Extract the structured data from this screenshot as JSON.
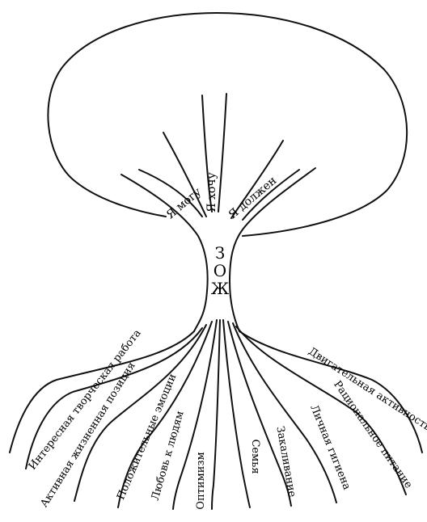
{
  "diagram": {
    "center": {
      "letters": [
        "З",
        "О",
        "Ж"
      ]
    },
    "branches": [
      {
        "id": "mogu",
        "label": "Я могу"
      },
      {
        "id": "hochu",
        "label": "Я хочу"
      },
      {
        "id": "dolzhen",
        "label": "Я должен"
      }
    ],
    "roots": [
      {
        "id": "work",
        "label": "Интересная творческая работа"
      },
      {
        "id": "life",
        "label": "Активная жизненная позиция"
      },
      {
        "id": "emotions",
        "label": "Положительные эмоции"
      },
      {
        "id": "love",
        "label": "Любовь к людям"
      },
      {
        "id": "optimism",
        "label": "Оптимизм"
      },
      {
        "id": "family",
        "label": "Семья"
      },
      {
        "id": "hardening",
        "label": "Закаливание"
      },
      {
        "id": "hygiene",
        "label": "Личная гигиена"
      },
      {
        "id": "nutrition",
        "label": "Рациональное питание"
      },
      {
        "id": "activity",
        "label": "Двигательная активность"
      }
    ]
  }
}
